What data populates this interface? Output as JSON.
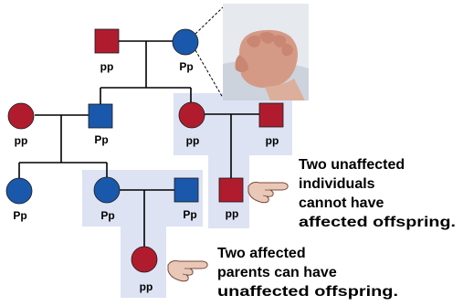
{
  "colors": {
    "affected": "#b01c2e",
    "unaffected": "#1a58ab",
    "highlight": "#dde3f3",
    "line": "#000000"
  },
  "individuals": {
    "gen1_male": {
      "sex": "male",
      "affected": true,
      "genotype": "pp"
    },
    "gen1_female": {
      "sex": "female",
      "affected": false,
      "genotype": "Pp"
    },
    "gen2_female_left": {
      "sex": "female",
      "affected": true,
      "genotype": "pp"
    },
    "gen2_male": {
      "sex": "male",
      "affected": false,
      "genotype": "Pp"
    },
    "gen2_female_right": {
      "sex": "female",
      "affected": true,
      "genotype": "pp"
    },
    "gen2_male_right": {
      "sex": "male",
      "affected": true,
      "genotype": "pp"
    },
    "gen3_female_left": {
      "sex": "female",
      "affected": false,
      "genotype": "Pp"
    },
    "gen3_female_mid": {
      "sex": "female",
      "affected": false,
      "genotype": "Pp"
    },
    "gen3_male_mid": {
      "sex": "male",
      "affected": false,
      "genotype": "Pp"
    },
    "gen3_male_right": {
      "sex": "male",
      "affected": true,
      "genotype": "pp"
    },
    "gen4_female": {
      "sex": "female",
      "affected": true,
      "genotype": "pp"
    }
  },
  "annotations": {
    "right": [
      "Two unaffected",
      "individuals",
      "cannot have",
      "affected offspring."
    ],
    "bottom": [
      "Two affected",
      "parents can have",
      "unaffected offspring."
    ]
  },
  "photo": {
    "icon": "hand-photo"
  },
  "pointer_icon": "pointing-hand-icon"
}
